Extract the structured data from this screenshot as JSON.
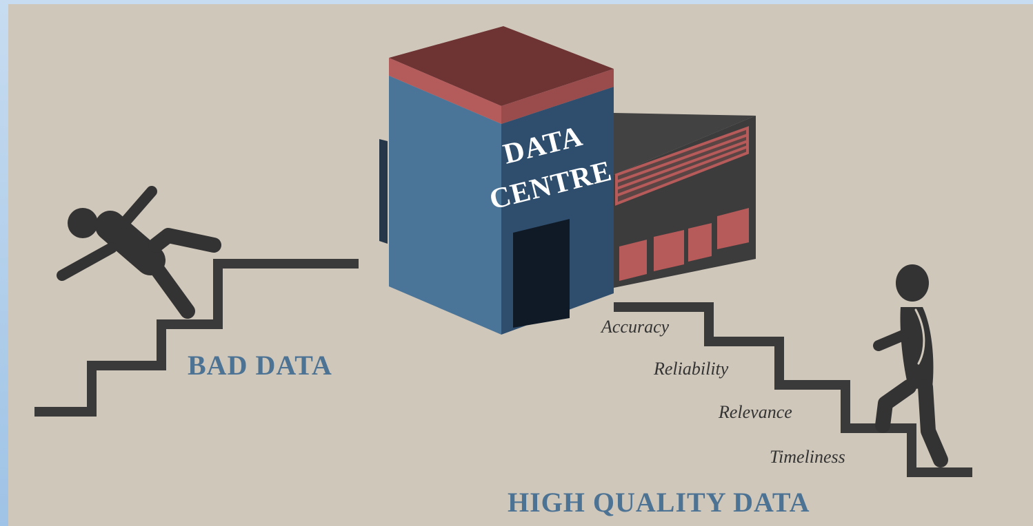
{
  "building": {
    "line1": "DATA",
    "line2": "CENTRE"
  },
  "bad_label": "BAD DATA",
  "good_label": "HIGH QUALITY DATA",
  "steps": [
    "Accuracy",
    "Reliability",
    "Relevance",
    "Timeliness"
  ],
  "colors": {
    "background": "#d0c7bb",
    "frame": "#a9cbeb",
    "stairs": "#3a3a3a",
    "figure": "#333333",
    "label_blue": "#4d7394",
    "building_front": "#4a7598",
    "building_side": "#2f4e6d",
    "roof": "#6e3434",
    "roof_edge": "#b05a5a",
    "annex": "#3d3d3d",
    "annex_accent": "#b75a5a"
  }
}
